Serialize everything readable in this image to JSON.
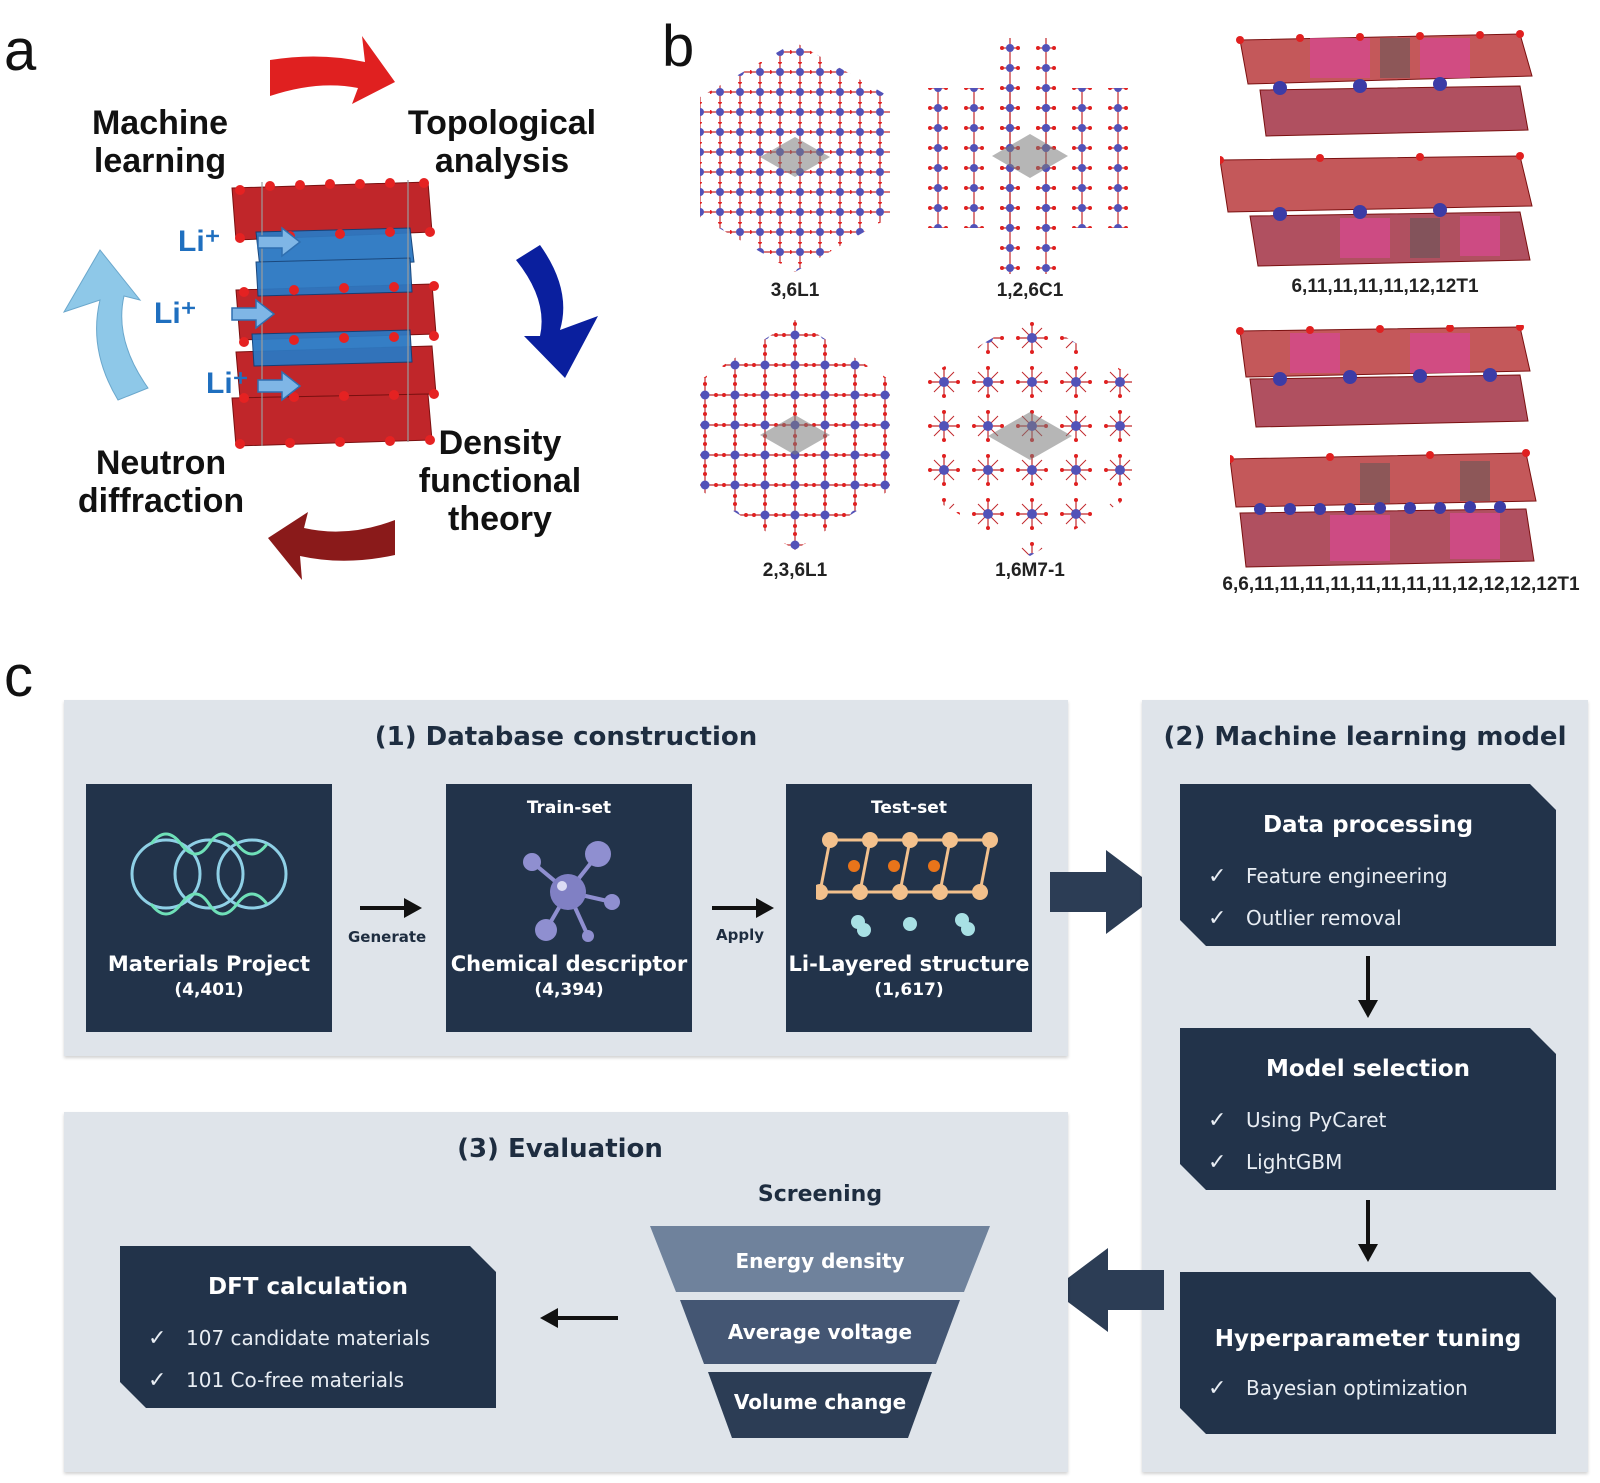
{
  "panel_a": {
    "letter": "a",
    "labels": {
      "machine_learning": "Machine\nlearning",
      "topological": "Topological\nanalysis",
      "dft": "Density\nfunctional\ntheory",
      "neutron": "Neutron\ndiffraction"
    },
    "li_ion": "Li⁺",
    "colors": {
      "red_arrow": "#e02020",
      "blue_arrow": "#0a1f9e",
      "darkred_arrow": "#8a1a1a",
      "lightblue_arrow": "#8ec8e8"
    }
  },
  "panel_b": {
    "letter": "b",
    "structures": [
      "3,6L1",
      "1,2,6C1",
      "2,3,6L1",
      "1,6M7-1"
    ],
    "layered": [
      "6,11,11,11,11,12,12T1",
      "6,6,11,11,11,11,11,11,11,11,12,12,12,12T1"
    ]
  },
  "panel_c": {
    "letter": "c",
    "database": {
      "title": "(1) Database construction",
      "materials_project": {
        "name": "Materials Project",
        "count": "(4,401)"
      },
      "generate": "Generate",
      "train_set": "Train-set",
      "chemical_descriptor": {
        "name": "Chemical descriptor",
        "count": "(4,394)"
      },
      "apply": "Apply",
      "test_set": "Test-set",
      "li_layered": {
        "name": "Li-Layered structure",
        "count": "(1,617)"
      }
    },
    "ml_model": {
      "title": "(2) Machine learning model",
      "data_processing": {
        "title": "Data processing",
        "items": [
          "Feature engineering",
          "Outlier removal"
        ]
      },
      "model_selection": {
        "title": "Model selection",
        "items": [
          "Using PyCaret",
          "LightGBM"
        ]
      },
      "hyperparameter": {
        "title": "Hyperparameter tuning",
        "items": [
          "Bayesian optimization"
        ]
      }
    },
    "evaluation": {
      "title": "(3) Evaluation",
      "screening": "Screening",
      "funnel": [
        "Energy density",
        "Average voltage",
        "Volume change"
      ],
      "dft": {
        "title": "DFT calculation",
        "items": [
          "107 candidate materials",
          "101 Co-free materials"
        ]
      }
    },
    "check_mark": "✓",
    "colors": {
      "panel_bg": "#dfe4ea",
      "dark": "#22334a",
      "funnel1": "#6f829c",
      "funnel2": "#445673",
      "funnel3": "#2c3d55"
    }
  }
}
